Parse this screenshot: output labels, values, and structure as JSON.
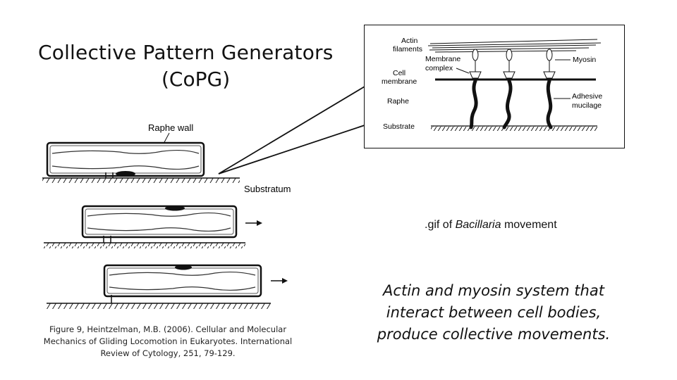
{
  "slide": {
    "title_line1": "Collective Pattern Generators",
    "title_line2": "(CoPG)",
    "caption": "Figure 9, Heintzelman, M.B. (2006). Cellular and Molecular Mechanics of Gliding Locomotion in Eukaryotes. International Review of Cytology, 251, 79-129.",
    "gif_note_prefix": ".gif of ",
    "gif_note_italic": "Bacillaria",
    "gif_note_suffix": " movement",
    "note": "Actin and myosin system that interact between cell bodies, produce collective movements."
  },
  "left_figure": {
    "raphe_wall_label": "Raphe wall",
    "substratum_label": "Substratum"
  },
  "inset": {
    "labels_left": {
      "actin_line1": "Actin",
      "actin_line2": "filaments",
      "cell_line1": "Cell",
      "cell_line2": "membrane",
      "raphe": "Raphe",
      "substrate": "Substrate"
    },
    "labels_right": {
      "myosin": "Myosin",
      "adhesive_line1": "Adhesive",
      "adhesive_line2": "mucilage"
    },
    "membrane_complex_line1": "Membrane",
    "membrane_complex_line2": "complex"
  }
}
